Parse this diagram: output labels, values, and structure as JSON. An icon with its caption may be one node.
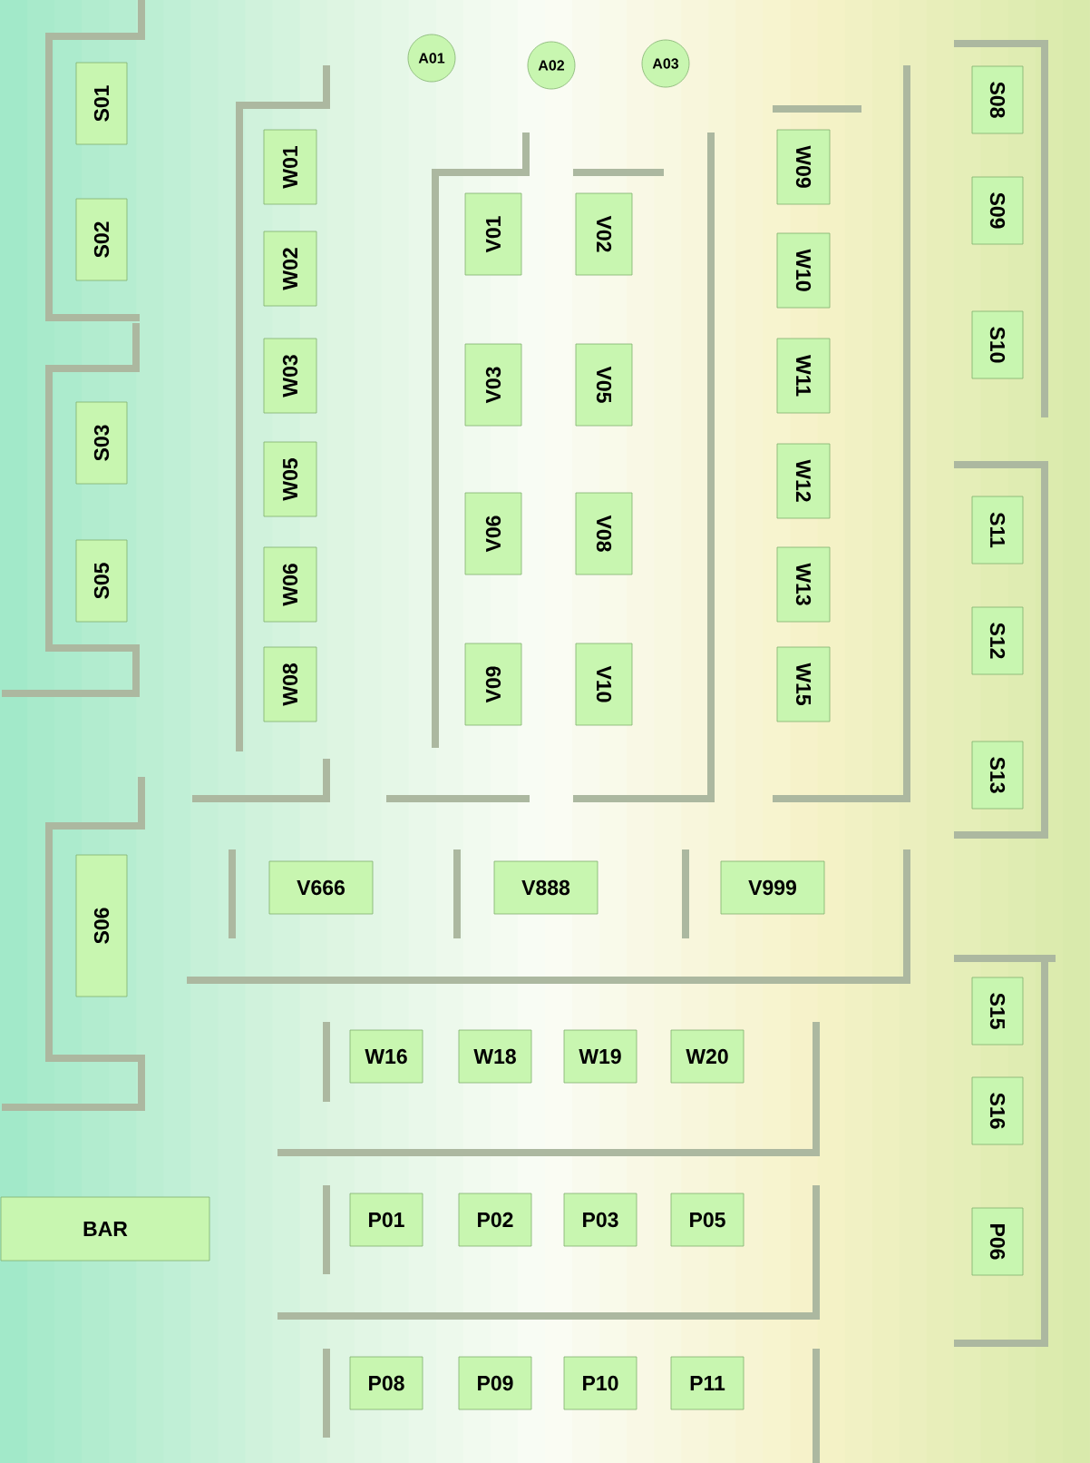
{
  "diagram": {
    "nodes": [
      {
        "text": [
          "A01"
        ]
      },
      {
        "text": [
          "A02"
        ]
      },
      {
        "text": [
          "A03"
        ]
      },
      {
        "text": [
          "S01"
        ]
      },
      {
        "text": [
          "S02"
        ]
      },
      {
        "text": [
          "S03"
        ]
      },
      {
        "text": [
          "S05"
        ]
      },
      {
        "text": [
          "S06"
        ]
      },
      {
        "text": [
          "W01"
        ]
      },
      {
        "text": [
          "W02"
        ]
      },
      {
        "text": [
          "W03"
        ]
      },
      {
        "text": [
          "W05"
        ]
      },
      {
        "text": [
          "W06"
        ]
      },
      {
        "text": [
          "W08"
        ]
      },
      {
        "text": [
          "V01"
        ]
      },
      {
        "text": [
          "V03"
        ]
      },
      {
        "text": [
          "V06"
        ]
      },
      {
        "text": [
          "V09"
        ]
      },
      {
        "text": [
          "V02"
        ]
      },
      {
        "text": [
          "V05"
        ]
      },
      {
        "text": [
          "V08"
        ]
      },
      {
        "text": [
          "V10"
        ]
      },
      {
        "text": [
          "W09"
        ]
      },
      {
        "text": [
          "W10"
        ]
      },
      {
        "text": [
          "W11"
        ]
      },
      {
        "text": [
          "W12"
        ]
      },
      {
        "text": [
          "W13"
        ]
      },
      {
        "text": [
          "W15"
        ]
      },
      {
        "text": [
          "S08"
        ]
      },
      {
        "text": [
          "S09"
        ]
      },
      {
        "text": [
          "S10"
        ]
      },
      {
        "text": [
          "S11"
        ]
      },
      {
        "text": [
          "S12"
        ]
      },
      {
        "text": [
          "S13"
        ]
      },
      {
        "text": [
          "S15"
        ]
      },
      {
        "text": [
          "S16"
        ]
      },
      {
        "text": [
          "P06"
        ]
      },
      {
        "text": [
          "V666"
        ]
      },
      {
        "text": [
          "V888"
        ]
      },
      {
        "text": [
          "V999"
        ]
      },
      {
        "text": [
          "W16"
        ]
      },
      {
        "text": [
          "W18"
        ]
      },
      {
        "text": [
          "W19"
        ]
      },
      {
        "text": [
          "W20"
        ]
      },
      {
        "text": [
          "P01"
        ]
      },
      {
        "text": [
          "P02"
        ]
      },
      {
        "text": [
          "P03"
        ]
      },
      {
        "text": [
          "P05"
        ]
      },
      {
        "text": [
          "P08"
        ]
      },
      {
        "text": [
          "P09"
        ]
      },
      {
        "text": [
          "P10"
        ]
      },
      {
        "text": [
          "P11"
        ]
      },
      {
        "text": [
          "BAR"
        ]
      }
    ]
  }
}
